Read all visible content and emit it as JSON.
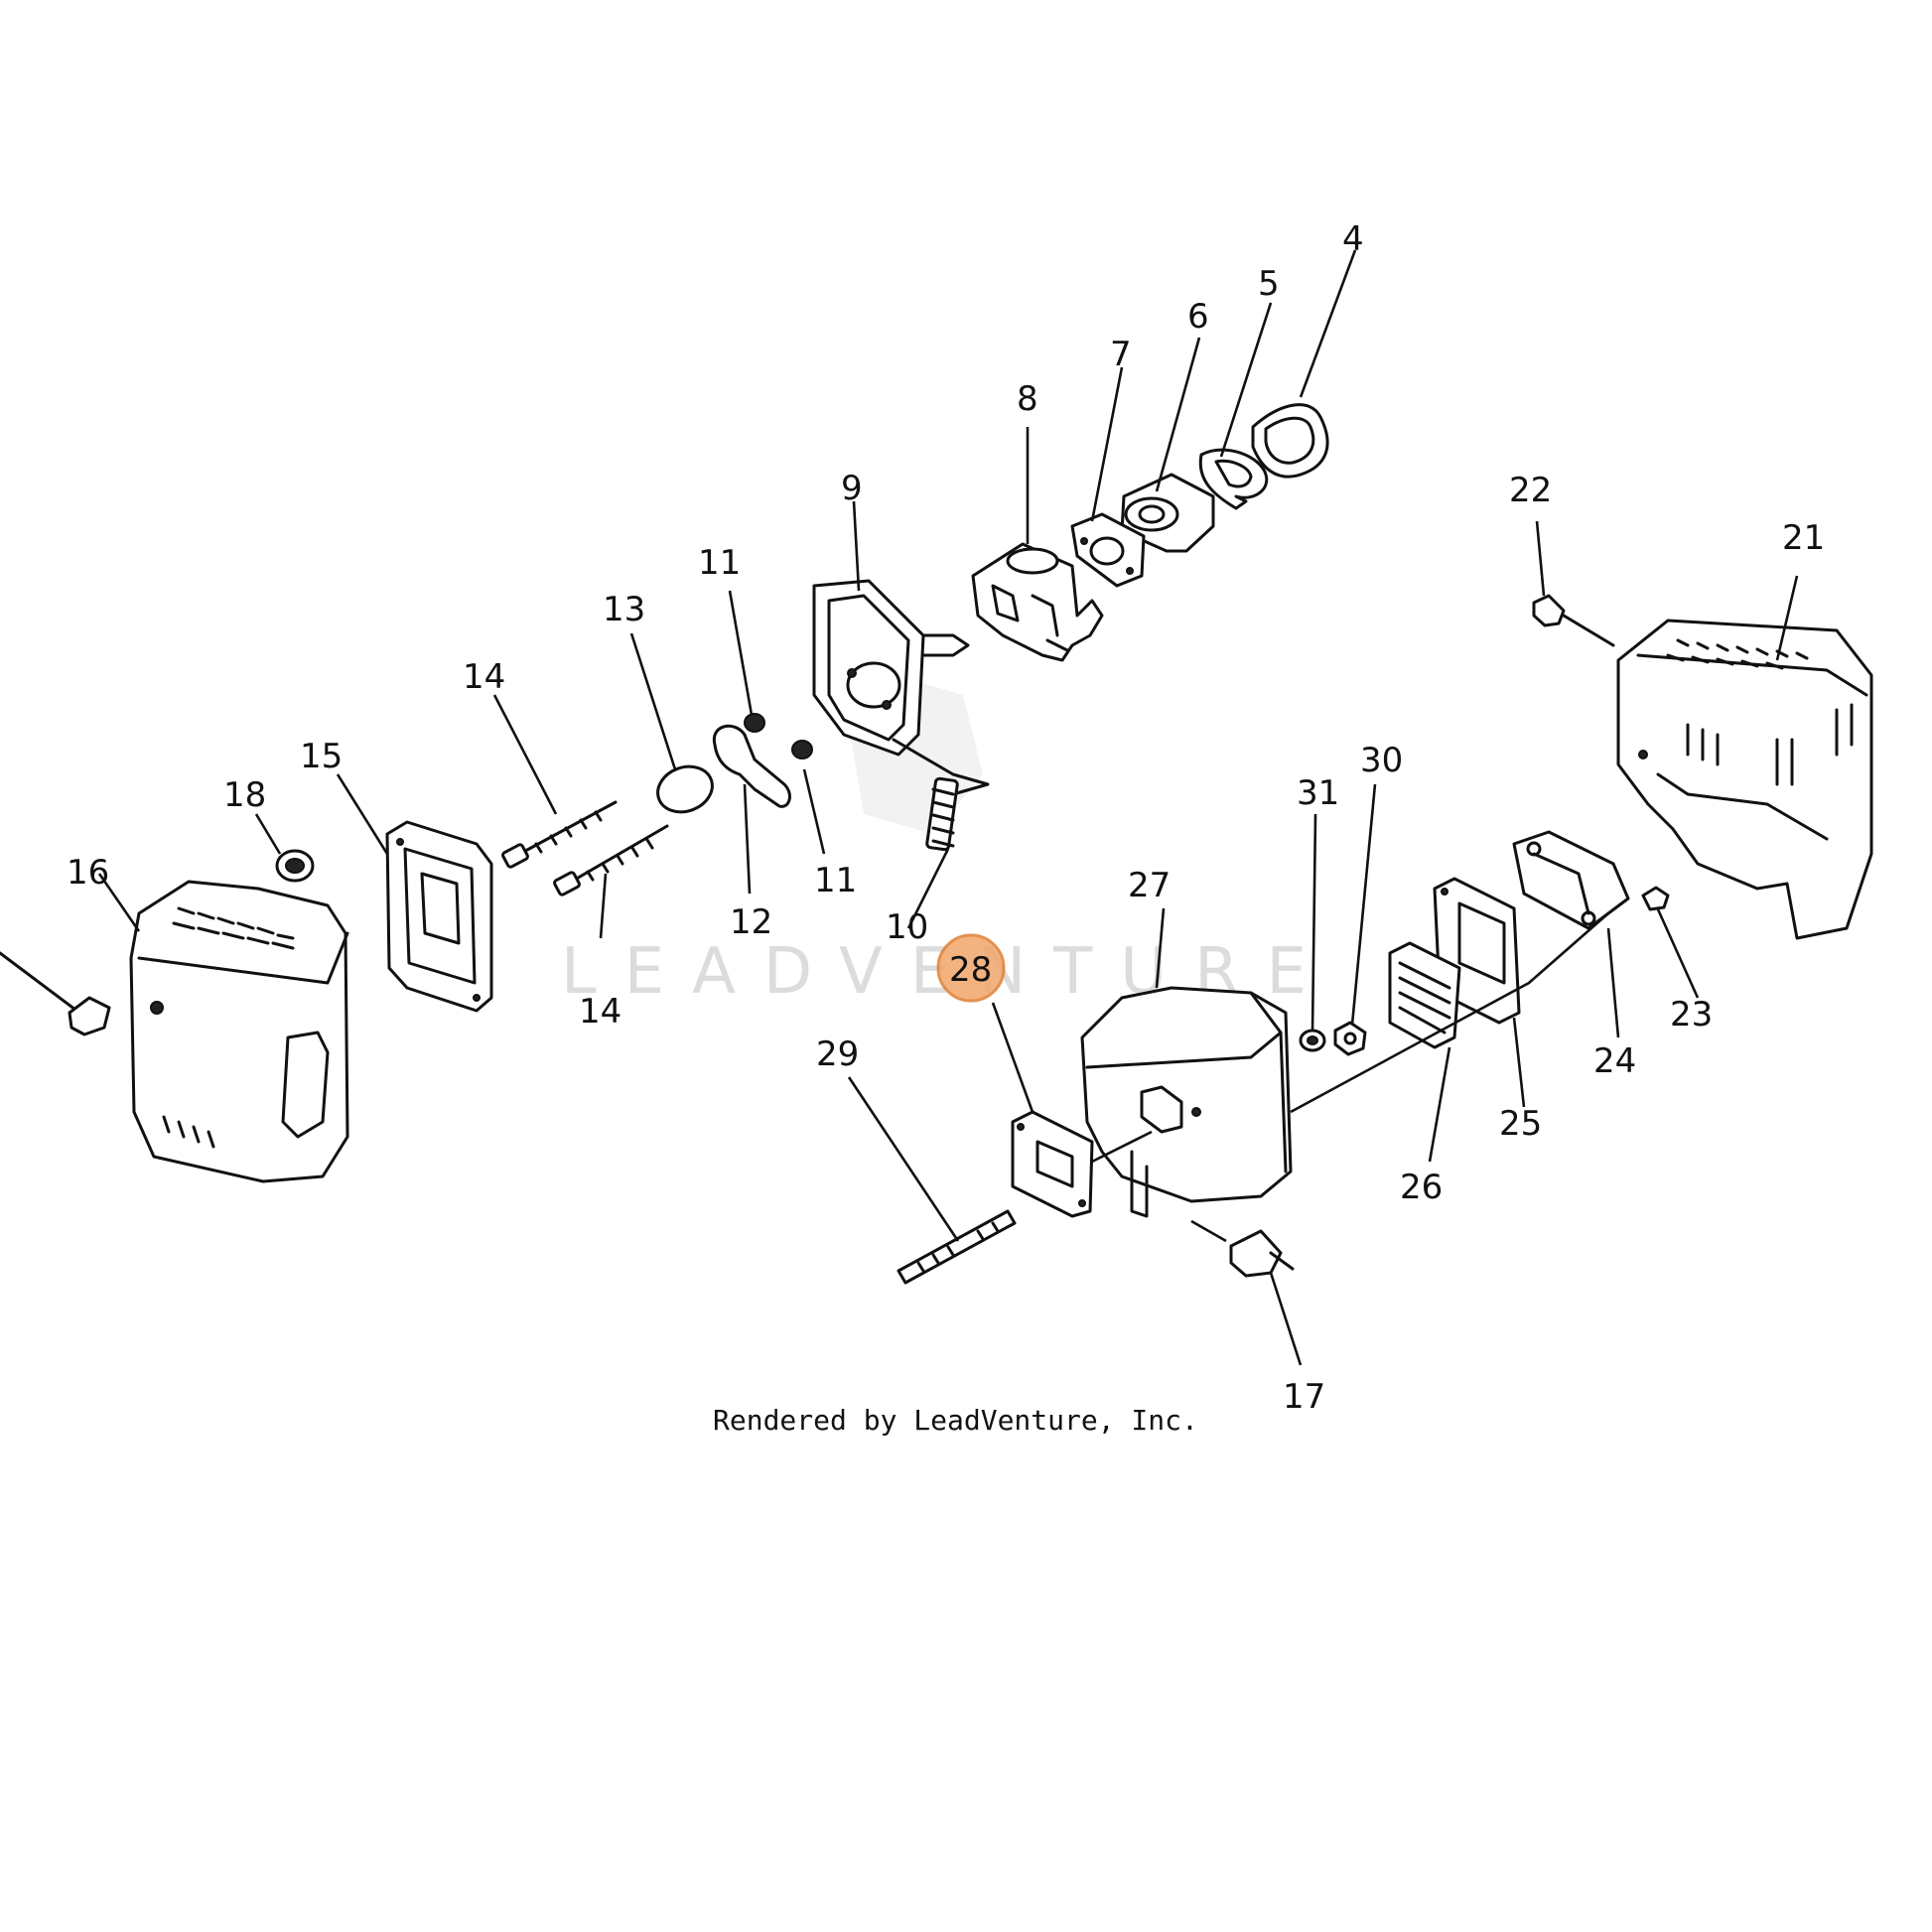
{
  "diagram": {
    "watermark": "LEADVENTURE",
    "footer": "Rendered by LeadVenture, Inc.",
    "highlight_color": "#f2a66b",
    "highlight_stroke": "#e07d2f",
    "highlighted_callout": "28",
    "callouts": [
      "4",
      "5",
      "6",
      "7",
      "8",
      "9",
      "10",
      "11",
      "11",
      "12",
      "13",
      "14",
      "14",
      "15",
      "16",
      "17",
      "18",
      "21",
      "22",
      "23",
      "24",
      "25",
      "26",
      "27",
      "28",
      "29",
      "30",
      "31"
    ]
  }
}
